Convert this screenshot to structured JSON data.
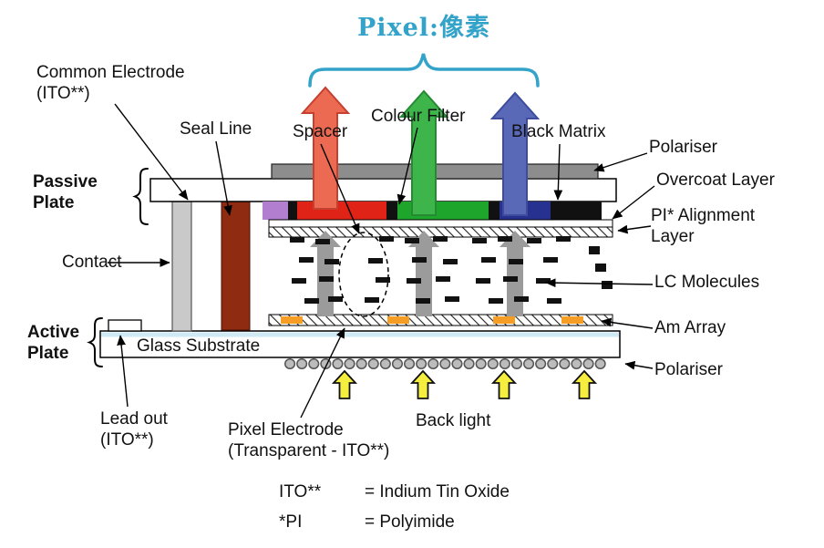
{
  "title": "Pixel:像素",
  "labels": {
    "common_electrode": "Common Electrode\n(ITO**)",
    "seal_line": "Seal Line",
    "spacer": "Spacer",
    "colour_filter": "Colour Filter",
    "black_matrix": "Black Matrix",
    "polariser_top": "Polariser",
    "overcoat_layer": "Overcoat Layer",
    "pi_alignment_layer": "PI* Alignment\nLayer",
    "lc_molecules": "LC Molecules",
    "am_array": "Am Array",
    "polariser_bottom": "Polariser",
    "passive_plate": "Passive\nPlate",
    "contact": "Contact",
    "active_plate": "Active\nPlate",
    "glass_substrate": "Glass Substrate",
    "lead_out": "Lead out\n(ITO**)",
    "pixel_electrode": "Pixel Electrode\n(Transparent - ITO**)",
    "back_light": "Back light"
  },
  "footnotes": [
    {
      "term": "ITO**",
      "definition": "= Indium Tin Oxide"
    },
    {
      "term": "*PI",
      "definition": "= Polyimide"
    }
  ],
  "colors": {
    "title_accent": "#33a3c9",
    "red_light_arrow": "#ec6a52",
    "green_light_arrow": "#3db54b",
    "blue_light_arrow": "#5a68b8",
    "lc_arrow_gray": "#9b9b9b",
    "backlight_yellow": "#f6ee3f",
    "seal_brown": "#8e2b10",
    "filter_red": "#e02317",
    "filter_green": "#1ea52b",
    "filter_blue": "#27318f",
    "filter_purple": "#b27fd0",
    "am_pad_orange": "#f59d25",
    "polariser_gray": "#8d8d8d"
  }
}
